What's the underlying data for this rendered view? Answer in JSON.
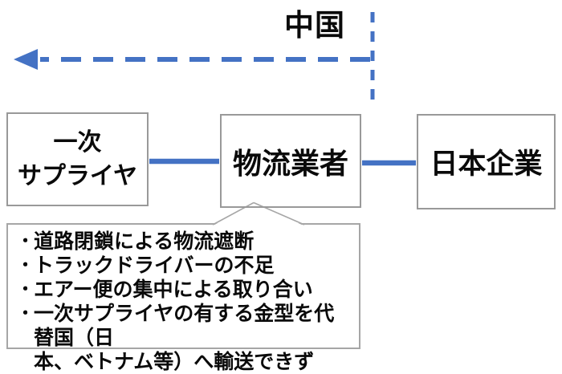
{
  "title": "Supply chain disruption diagram (China logistics)",
  "labels": {
    "china": "中国"
  },
  "boxes": {
    "supplier": "一次\nサプライヤ",
    "logistics": "物流業者",
    "japan_company": "日本企業"
  },
  "callout": {
    "bullet_char": "・",
    "items": [
      "道路閉鎖による物流遮断",
      "トラックドライバーの不足",
      "エアー便の集中による取り合い",
      "一次サプライヤの有する金型を代替国（日\n本、ベトナム等）へ輸送できず"
    ]
  },
  "colors": {
    "accent_blue": "#4472C4",
    "box_border_gray": "#999999",
    "callout_border_gray": "#A6A6A6",
    "text_black": "#0A0A0A"
  }
}
